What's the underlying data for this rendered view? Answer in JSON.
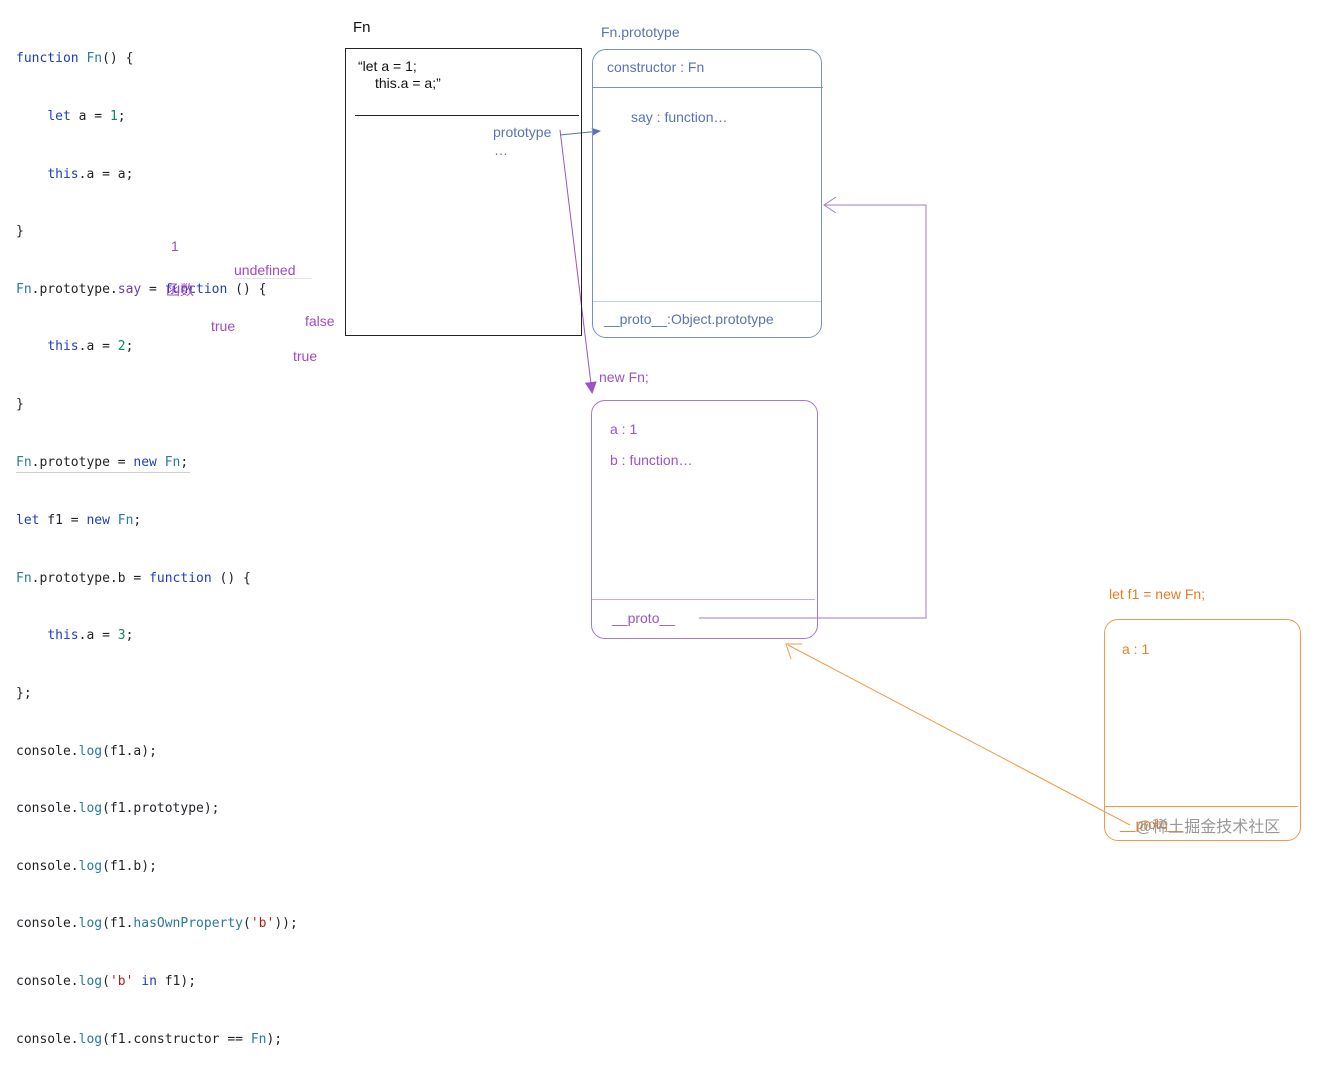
{
  "code": {
    "line1": {
      "kw": "function",
      "name": "Fn",
      "rest": "() {"
    },
    "line2": {
      "kw": "let",
      "mid": " a = ",
      "num": "1",
      "end": ";"
    },
    "line3": {
      "kw": "this",
      "rest": ".a = a;"
    },
    "line4": "}",
    "line5": {
      "obj": "Fn",
      "mid": ".prototype.",
      "prop": "say",
      "eq": " = ",
      "kw": "function",
      "rest": " () {"
    },
    "line6": {
      "kw": "this",
      "mid": ".a = ",
      "num": "2",
      "end": ";"
    },
    "line7": "}",
    "line8": {
      "obj": "Fn",
      "mid": ".prototype = ",
      "kw": "new",
      "sp": " ",
      "name": "Fn",
      "end": ";"
    },
    "line9": {
      "kw": "let",
      "mid": " f1 = ",
      "kw2": "new",
      "sp": " ",
      "name": "Fn",
      "end": ";"
    },
    "line10": {
      "obj": "Fn",
      "mid": ".prototype.b = ",
      "kw": "function",
      "rest": " () {"
    },
    "line11": {
      "kw": "this",
      "mid": ".a = ",
      "num": "3",
      "end": ";"
    },
    "line12": "};",
    "line13": {
      "pre": "console.",
      "fn": "log",
      "rest": "(f1.a);"
    },
    "line14": {
      "pre": "console.",
      "fn": "log",
      "rest": "(f1.prototype);"
    },
    "line15": {
      "pre": "console.",
      "fn": "log",
      "rest": "(f1.b);"
    },
    "line16": {
      "pre": "console.",
      "fn": "log",
      "mid": "(f1.",
      "fn2": "hasOwnProperty",
      "open": "(",
      "str": "'b'",
      "rest": "));"
    },
    "line17": {
      "pre": "console.",
      "fn": "log",
      "open": "(",
      "str": "'b'",
      "sp": " ",
      "kw": "in",
      "rest": " f1);"
    },
    "line18": {
      "pre": "console.",
      "fn": "log",
      "mid": "(f1.constructor == ",
      "name": "Fn",
      "rest": ");"
    }
  },
  "notes": {
    "a": "1",
    "prototype": "undefined",
    "b": "函数",
    "hasOwn": "false",
    "in": "true",
    "constructor": "true"
  },
  "fn_box": {
    "title": "Fn",
    "body_line1": "“let a = 1;",
    "body_line2": "this.a = a;”",
    "prototype_label": "prototype",
    "ellipsis": "…"
  },
  "proto_box": {
    "title": "Fn.prototype",
    "constructor": "constructor : Fn",
    "say": "say : function…",
    "proto": "__proto__:Object.prototype"
  },
  "newfn_box": {
    "title": "new Fn;",
    "a": "a : 1",
    "b": "b : function…",
    "proto": "__proto__"
  },
  "f1_box": {
    "title": "let  f1 = new Fn;",
    "a": "a : 1",
    "proto": "__proto__"
  },
  "watermark": "@稀土掘金技术社区",
  "colors": {
    "blue": "#5a73b3",
    "purple": "#9b54c6",
    "orange": "#e67d22",
    "note": "#a04bc4"
  }
}
